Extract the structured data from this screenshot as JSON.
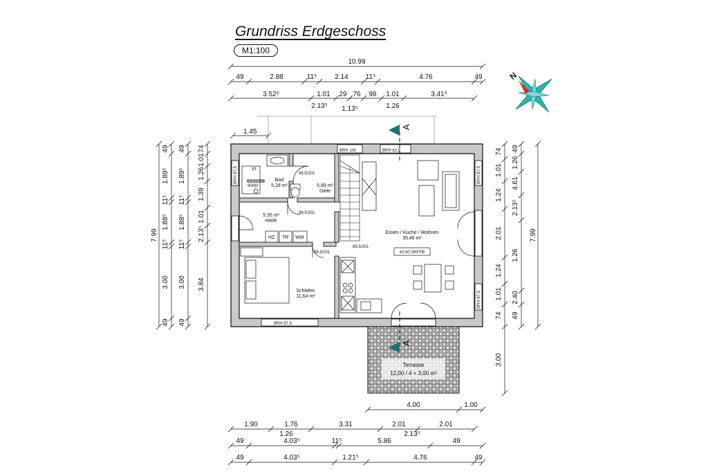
{
  "title": "Grundriss Erdgeschoss",
  "scale": "M1:100",
  "section_marker": "A",
  "rooms": {
    "bad": {
      "name": "Bad",
      "area": "5,28 m²"
    },
    "diele": {
      "name": "Diele",
      "area": "5,89 m²"
    },
    "hwr": {
      "name": "HWR",
      "area": "5,35 m²"
    },
    "schlafen": {
      "name": "Schlafen",
      "area": "11,64 m²"
    },
    "wohnen": {
      "name": "Essen / Küche / Wohnen",
      "area": "35,48 m²"
    },
    "terrasse": {
      "name": "Terrasse",
      "area": "12,00 / 4 = 3,00 m²"
    }
  },
  "level_tag": "±0,00 OKFFB",
  "appliances": [
    "HZ",
    "TR",
    "WM"
  ],
  "small_labels": {
    "shower": "90/90",
    "shower_width": "93"
  },
  "door_labels": [
    "88,5/201",
    "88,5/201",
    "88,5/201",
    "88,5/201"
  ],
  "brh_labels": {
    "top1": "BRH 100",
    "top2": "BRH 82,5",
    "bottom": "BRH 87,5",
    "left": "BRH 87,5",
    "right1": "BRH 87,5",
    "right2": "BRH 87,5"
  },
  "dims_top": {
    "overall": "10.99",
    "row1": [
      "49",
      "2.88",
      "11⁵",
      "2.14",
      "11⁵",
      "4.76",
      "49"
    ],
    "row2a": [
      "3.52⁵",
      "1.01",
      "29",
      "76",
      "98",
      "1.01",
      "3.41⁵"
    ],
    "row2b": [
      "2.13⁵",
      "1.13⁵",
      "1.26"
    ],
    "roof": "1.45"
  },
  "dims_left": {
    "overall": "7.99",
    "col1": [
      "49",
      "1.89⁵",
      "11⁵",
      "1.88⁵",
      "11⁵",
      "3.00",
      "49"
    ],
    "col2": [
      "49",
      "1.89⁵",
      "11⁵",
      "1.88⁵",
      "11⁵",
      "3.00",
      "49"
    ],
    "col3": [
      "74",
      "1.01",
      "1.26",
      "1.39",
      "1.01",
      "2.13⁵",
      "3.84"
    ]
  },
  "dims_right": {
    "col1": [
      "74",
      "1.01",
      "1.24",
      "2.01",
      "1.24",
      "1.01",
      "74"
    ],
    "col2": [
      "49",
      "1.26",
      "4.61",
      "2.13⁵",
      "1.26",
      "2.40",
      "49"
    ],
    "overall": "7.99",
    "terrace": "3.00"
  },
  "dims_terrace": [
    "4.00",
    "1.00"
  ],
  "dims_bottom": {
    "row1": [
      "1.90",
      "1.76",
      "3.31",
      "2.01",
      "2.01"
    ],
    "row1b": [
      "1.26",
      "2.13⁵"
    ],
    "row2": [
      "49",
      "4.03⁵",
      "11⁵",
      "5.86",
      "49"
    ],
    "row3": [
      "49",
      "4.03⁵",
      "1.21⁵",
      "4.76",
      "49"
    ]
  },
  "compass": "N",
  "colors": {
    "wall": "#c9c9c9",
    "line": "#111111",
    "compass_teal": "#2bb3b1",
    "compass_red": "#c0392b",
    "section": "#1f6f73"
  }
}
